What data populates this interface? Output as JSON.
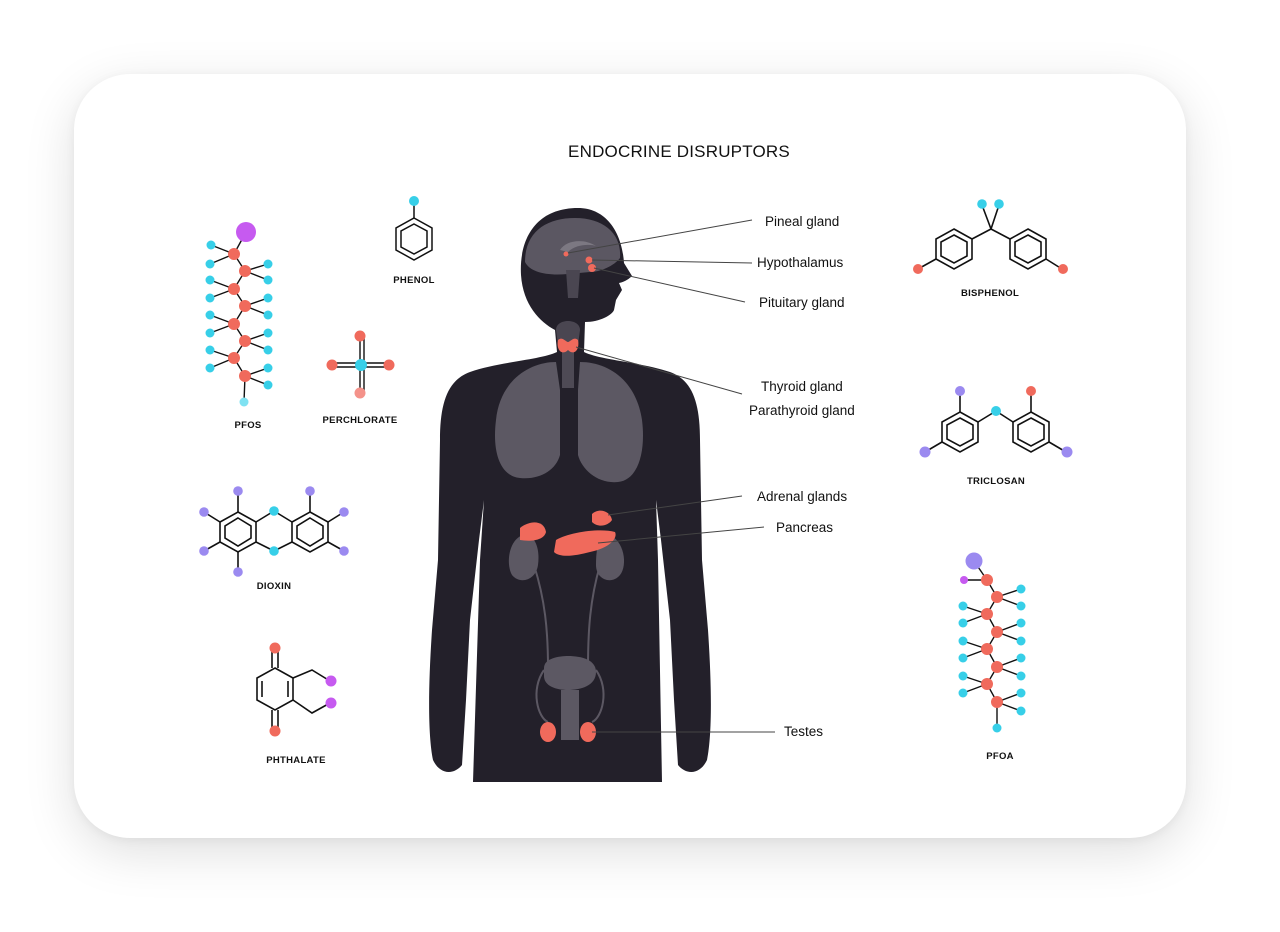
{
  "title": "ENDOCRINE DISRUPTORS",
  "colors": {
    "accent": "#f06a5c",
    "cyan": "#37cfe8",
    "violet": "#9b8af0",
    "magenta": "#c65af0",
    "body": "#23202a"
  },
  "glands": [
    {
      "name": "Pineal gland"
    },
    {
      "name": "Hypothalamus"
    },
    {
      "name": "Pituitary gland"
    },
    {
      "name": "Thyroid gland"
    },
    {
      "name": "Parathyroid gland"
    },
    {
      "name": "Adrenal glands"
    },
    {
      "name": "Pancreas"
    },
    {
      "name": "Testes"
    }
  ],
  "molecules": [
    {
      "name": "PFOS"
    },
    {
      "name": "PHENOL"
    },
    {
      "name": "PERCHLORATE"
    },
    {
      "name": "DIOXIN"
    },
    {
      "name": "PHTHALATE"
    },
    {
      "name": "BISPHENOL"
    },
    {
      "name": "TRICLOSAN"
    },
    {
      "name": "PFOA"
    }
  ]
}
